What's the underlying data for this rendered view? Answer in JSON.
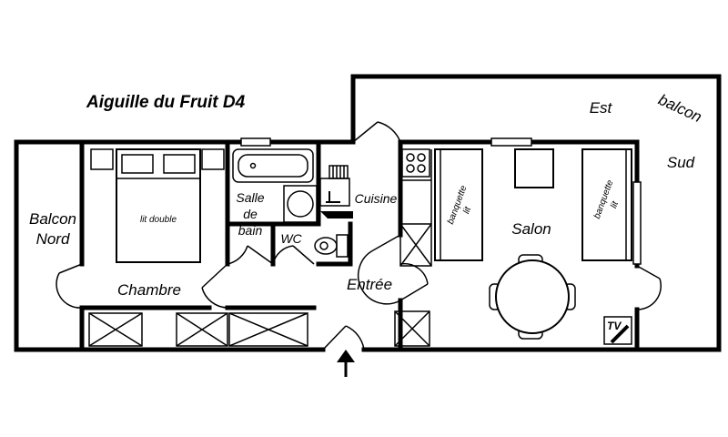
{
  "title": "Aiguille du Fruit D4",
  "rooms": {
    "balcon_nord": [
      "Balcon",
      "Nord"
    ],
    "chambre": "Chambre",
    "lit_double": "lit double",
    "salle_de_bain": [
      "Salle",
      "de",
      "bain"
    ],
    "wc": "WC",
    "cuisine": "Cuisine",
    "entree": "Entrée",
    "salon": "Salon",
    "banquette_left": [
      "banquette",
      "lit"
    ],
    "banquette_right": [
      "banquette",
      "lit"
    ],
    "balcon_est": "Est",
    "balcon_label": "balcon",
    "balcon_sud": "Sud",
    "tv": "TV"
  }
}
